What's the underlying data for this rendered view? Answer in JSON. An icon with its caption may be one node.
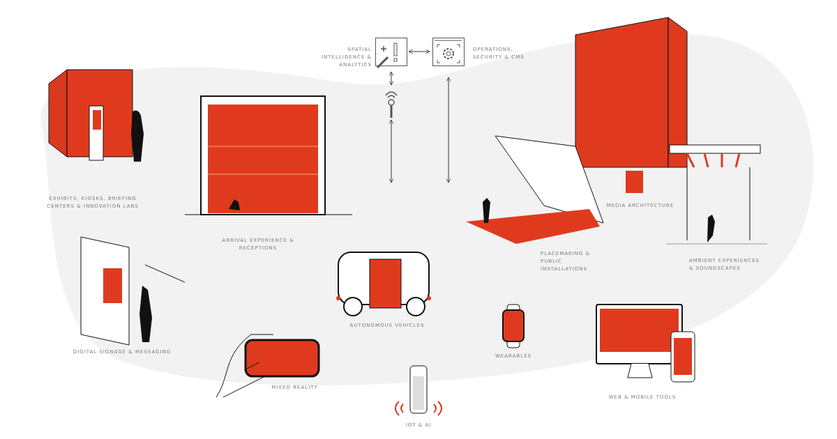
{
  "diagram": {
    "nodes": [
      {
        "text": [
          "SPATIAL INTELLIGENCE & ANALYTICS"
        ]
      },
      {
        "text": [
          "OPERATIONS, SECURITY & CMS"
        ]
      },
      {
        "text": [],
        "shape": "picture"
      }
    ],
    "edges": [
      {
        "from": 0,
        "to": 1,
        "arrow": "both"
      },
      {
        "from": 0,
        "to": 2,
        "arrow": "both"
      },
      {
        "from": 2,
        "to": null,
        "arrow": "both"
      },
      {
        "from": 1,
        "to": null,
        "arrow": "both"
      }
    ],
    "labels": [
      "EXHIBITS, KIOSKS, BRIEFING CENTERS & INNOVATION LABS",
      "ARRIVAL EXPERIENCE & RECEPTIONS",
      "MEDIA ARCHITECTURE",
      "PLACEMAKING & PUBLIC INSTALLATIONS",
      "AMBIENT EXPERIENCES & SOUNDSCAPES",
      "DIGITAL SIGNAGE & MESSAGING",
      "AUTONOMOUS VEHICLES",
      "WEARABLES",
      "WEB & MOBILE TOOLS",
      "MIXED REALITY",
      "IOT & AI"
    ]
  }
}
